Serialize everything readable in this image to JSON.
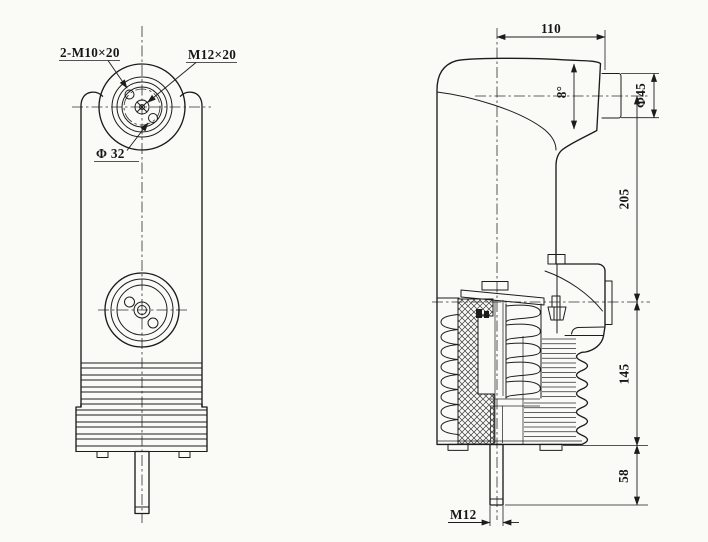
{
  "colors": {
    "paper": "#fafaf7",
    "ink": "#1c1c1c"
  },
  "front_view": {
    "label_bolt_pattern": "2-M10×20",
    "label_center_thread": "M12×20",
    "label_bolt_circle": "Φ 32"
  },
  "side_view": {
    "dim_arm_length": "110",
    "dim_taper_angle": "8°",
    "dim_boss_diameter": "Φ45",
    "dim_upper_height": "205",
    "dim_mid_height": "145",
    "dim_stem_height": "58",
    "dim_stem_thread": "M12"
  }
}
